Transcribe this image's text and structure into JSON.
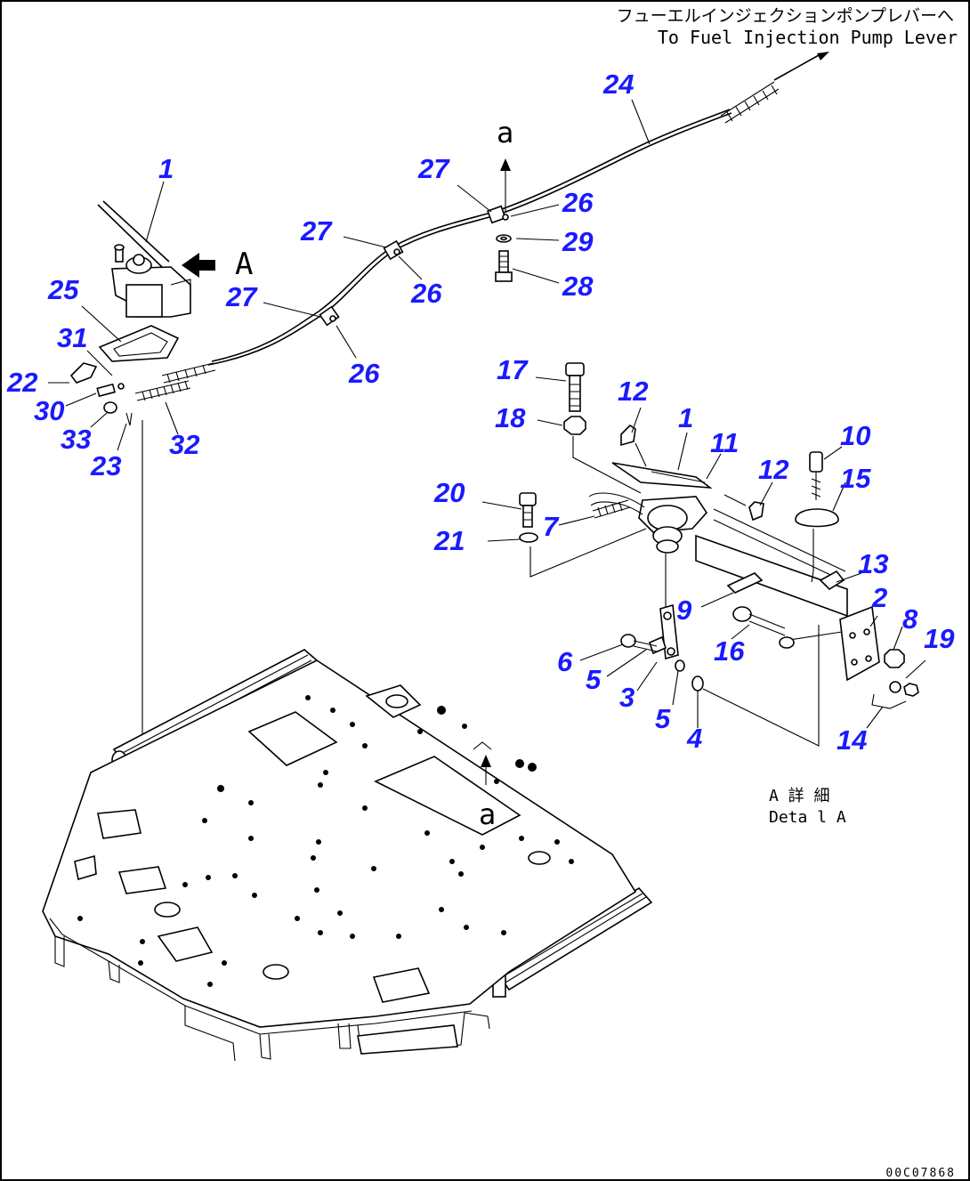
{
  "header": {
    "line_jp": "フューエルインジェクションポンプレバーへ",
    "line_en": "To Fuel Injection Pump Lever"
  },
  "markers": {
    "view_a": "A",
    "section_a_top": "a",
    "section_a_floor": "a"
  },
  "detail": {
    "label_jp": "A 詳 細",
    "label_en": "Deta l A"
  },
  "footer": {
    "drawing_code": "00C07868"
  },
  "callout_color": "#1a1aff",
  "callouts": [
    "1",
    "24",
    "27",
    "26",
    "29",
    "28",
    "27",
    "26",
    "25",
    "27",
    "26",
    "31",
    "22",
    "30",
    "33",
    "23",
    "32",
    "17",
    "12",
    "1",
    "11",
    "18",
    "10",
    "12",
    "15",
    "20",
    "7",
    "21",
    "13",
    "2",
    "9",
    "8",
    "19",
    "16",
    "6",
    "5",
    "3",
    "5",
    "4",
    "14"
  ]
}
